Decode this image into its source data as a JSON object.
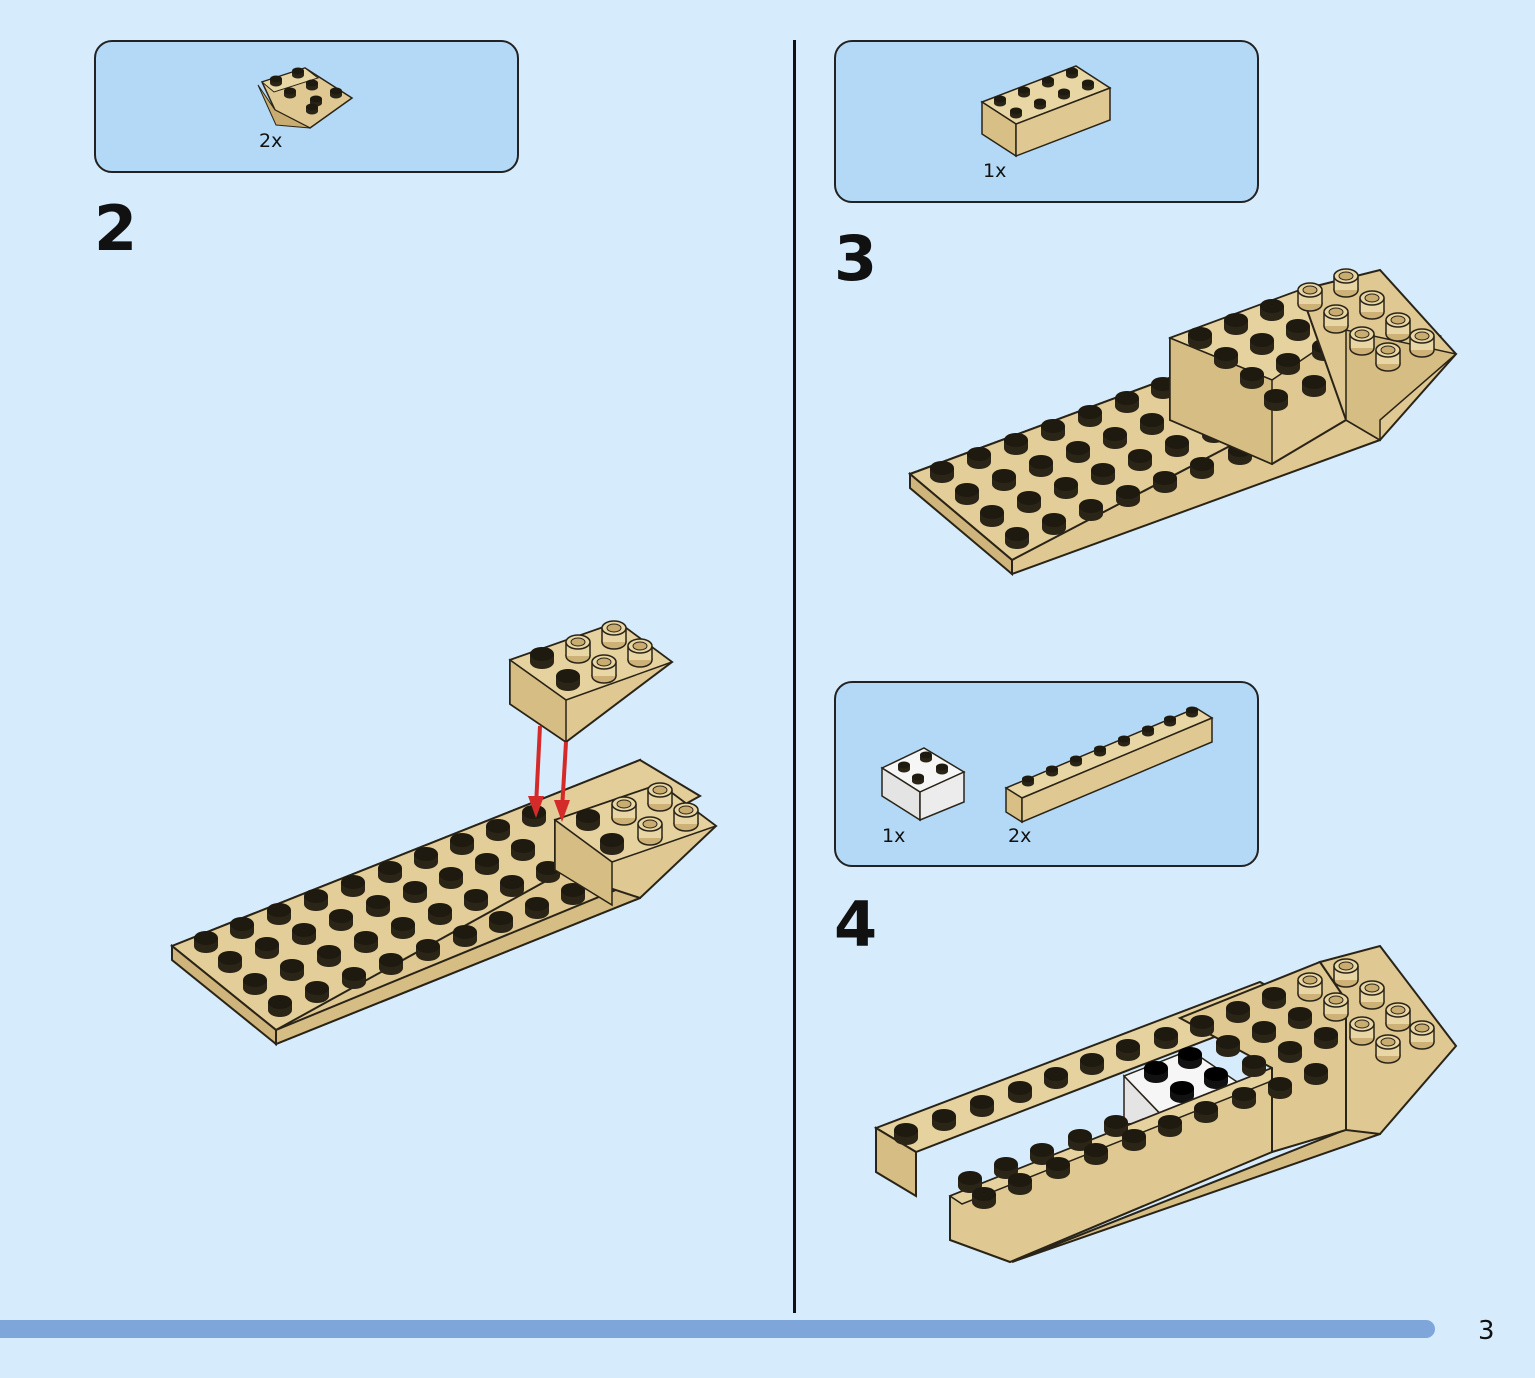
{
  "steps": [
    {
      "number": "2",
      "parts": [
        {
          "qty": "2x",
          "name": "tan-inverted-slope-2x2"
        }
      ]
    },
    {
      "number": "3",
      "parts": [
        {
          "qty": "1x",
          "name": "tan-brick-2x4"
        }
      ]
    },
    {
      "number": "4",
      "parts": [
        {
          "qty": "1x",
          "name": "white-brick-2x2"
        },
        {
          "qty": "2x",
          "name": "tan-brick-1x8"
        }
      ]
    }
  ],
  "page": {
    "number": "3"
  },
  "colors": {
    "background": "#d6ecfc",
    "parts_box": "#b3d9f6",
    "tan": "#dfc891",
    "white_brick": "#f4f4f4",
    "arrow": "#d42a2a",
    "progress_bar": "#7fa6da"
  }
}
